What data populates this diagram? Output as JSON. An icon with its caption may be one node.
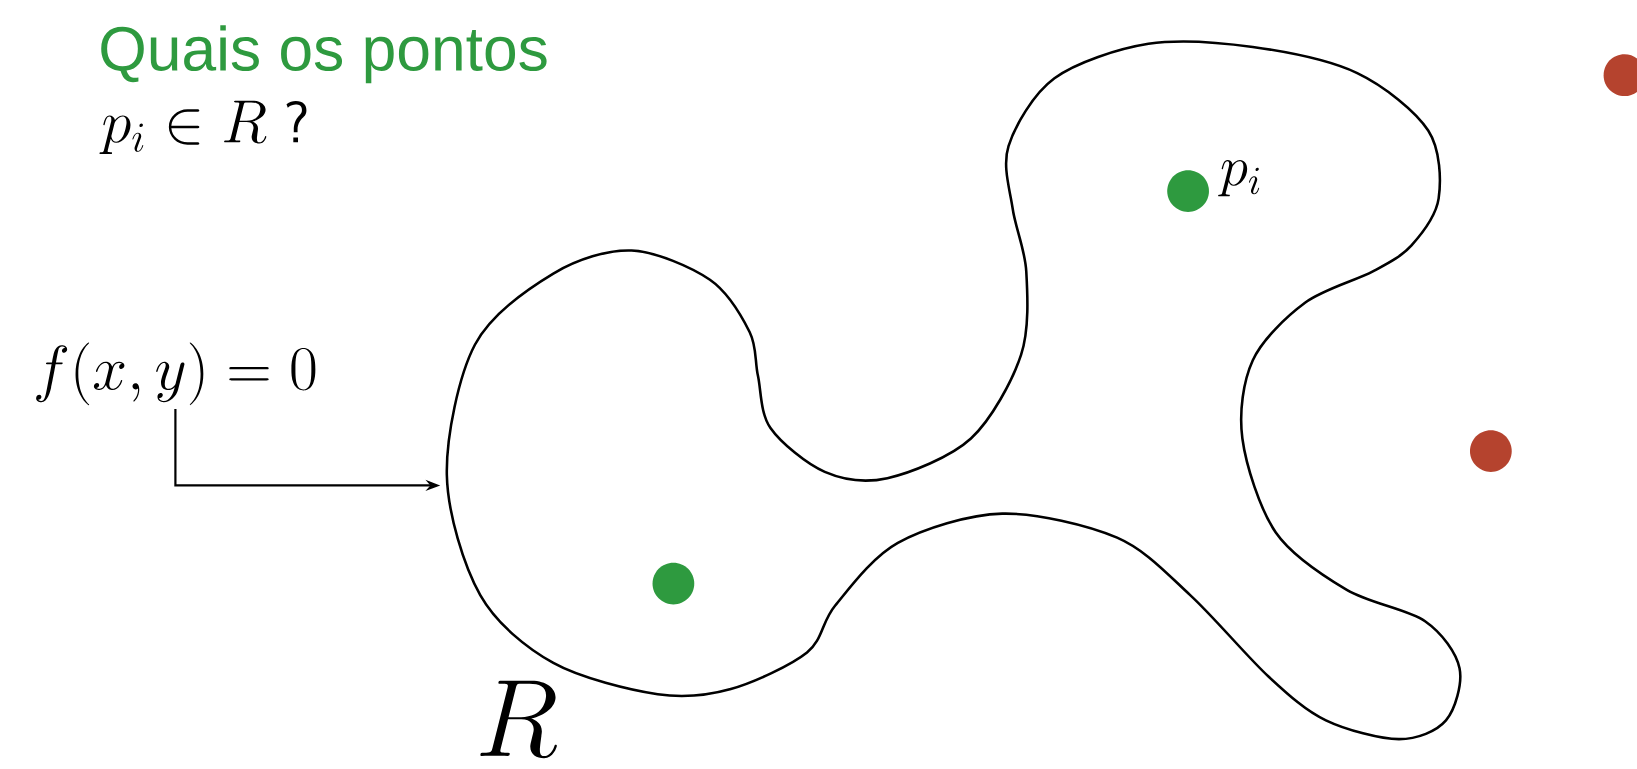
{
  "diagram": {
    "nodes": [
      {
        "text": [
          "f(x, y) = 0"
        ]
      },
      {
        "text": [
          "R"
        ]
      },
      {
        "text": [],
        "shape": "circle",
        "in": 1,
        "beside": [
          "p_i"
        ]
      },
      {
        "text": [],
        "shape": "circle",
        "in": 1
      },
      {
        "text": [],
        "shape": "circle"
      },
      {
        "text": [],
        "shape": "circle"
      }
    ],
    "edges": [
      {
        "from": 0,
        "to": 1,
        "arrow": "to"
      }
    ],
    "labels": [
      "Quais os pontos",
      "p_i \\in R\\ \\textsf{?}"
    ]
  }
}
